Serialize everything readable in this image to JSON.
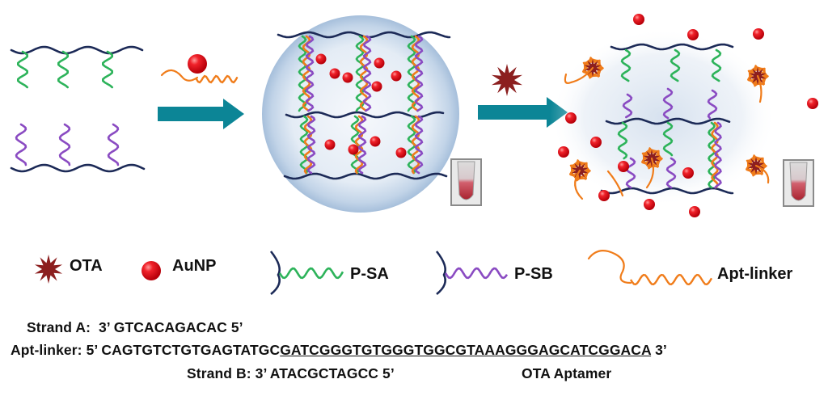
{
  "legend": {
    "ota": "OTA",
    "aunp": "AuNP",
    "psa": "P-SA",
    "psb": "P-SB",
    "apt_linker": "Apt-linker"
  },
  "sequences": {
    "strand_a": {
      "label": "Strand A:",
      "seq": "3’ GTCACAGACAC 5’"
    },
    "apt_linker": {
      "label": "Apt-linker:",
      "prefix": "5’ CAGTGTCTGTGAGTATGC",
      "aptamer": "GATCGGGTGTGGGTGGCGTAAAGGGAGCATCGGACA",
      "suffix": " 3’"
    },
    "strand_b": {
      "label": "Strand B:",
      "seq": "3’ ATACGCTAGCC 5’"
    },
    "aptamer_caption": "OTA  Aptamer"
  },
  "colors": {
    "backbone": "#1c2a57",
    "strand_a": "#2db35a",
    "strand_b": "#8a4bc2",
    "linker": "#f07c1a",
    "aunp": "#e3111b",
    "ota": "#8c1f1f",
    "arrow": "#0c8596",
    "sphere_center": "#f2f6fb",
    "sphere_edge": "#a9c2dc"
  }
}
